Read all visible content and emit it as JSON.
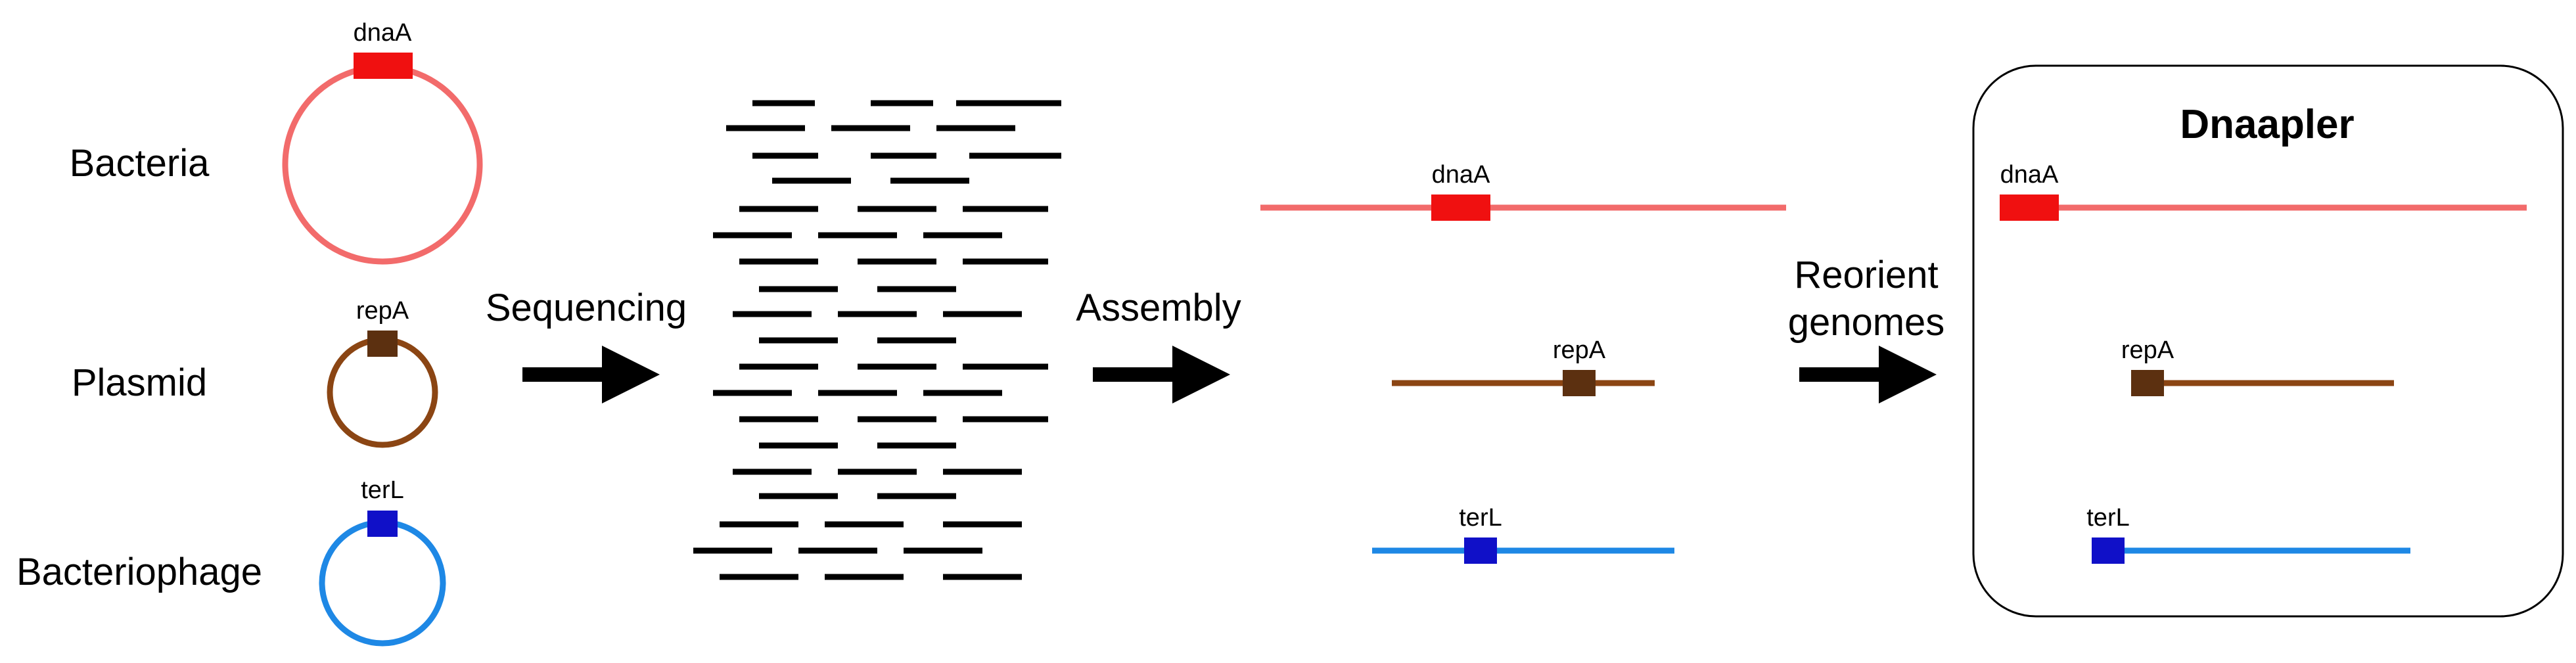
{
  "colors": {
    "bacteria_ring": "#f26b6b",
    "bacteria_gene": "#f01010",
    "plasmid_ring": "#8b4513",
    "plasmid_gene": "#5c3010",
    "phage_ring": "#1e88e5",
    "phage_gene": "#1010c8",
    "reads": "#000000",
    "panel_border": "#000000"
  },
  "organisms": {
    "bacteria": {
      "label": "Bacteria",
      "gene": "dnaA"
    },
    "plasmid": {
      "label": "Plasmid",
      "gene": "repA"
    },
    "phage": {
      "label": "Bacteriophage",
      "gene": "terL"
    }
  },
  "steps": {
    "sequencing": "Sequencing",
    "assembly": "Assembly",
    "reorient_line1": "Reorient",
    "reorient_line2": "genomes"
  },
  "assembly": {
    "bacteria_gene": "dnaA",
    "plasmid_gene": "repA",
    "phage_gene": "terL"
  },
  "result": {
    "title": "Dnaapler",
    "bacteria_gene": "dnaA",
    "plasmid_gene": "repA",
    "phage_gene": "terL"
  }
}
